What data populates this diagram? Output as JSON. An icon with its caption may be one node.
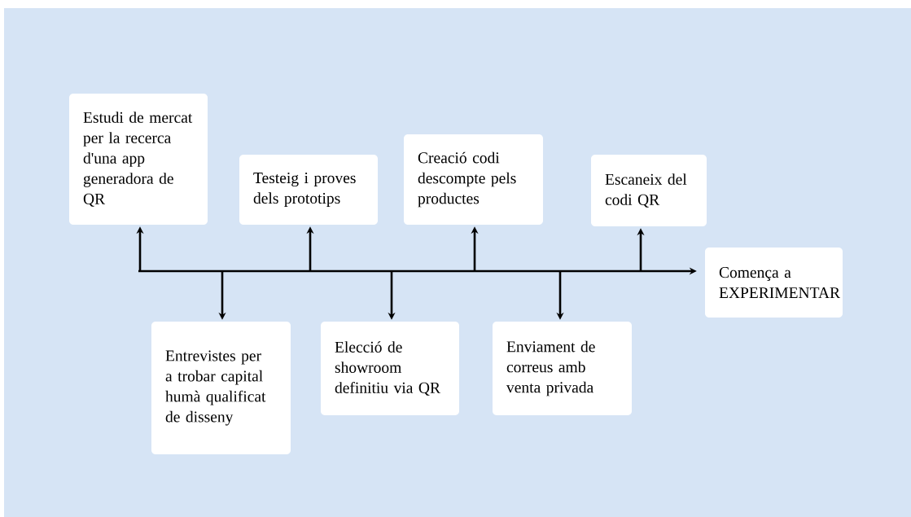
{
  "diagram": {
    "nodes": [
      {
        "text": [
          "Estudi de mercat per la recerca d'una app generadora de QR"
        ]
      },
      {
        "text": [
          "Entrevistes per a trobar capital humà qualificat de disseny"
        ]
      },
      {
        "text": [
          "Testeig i proves dels prototips"
        ]
      },
      {
        "text": [
          "Elecció de showroom definitiu via QR"
        ]
      },
      {
        "text": [
          "Creació codi descompte pels productes"
        ]
      },
      {
        "text": [
          "Enviament de correus amb venta privada"
        ]
      },
      {
        "text": [
          "Escaneix del codi QR"
        ]
      },
      {
        "text": [
          "Comença a EXPERIMENTAR"
        ]
      }
    ],
    "edges": [
      {
        "from": null,
        "to": 7,
        "arrow": "to"
      },
      {
        "from": null,
        "to": 0,
        "arrow": "to"
      },
      {
        "from": null,
        "to": 1,
        "arrow": "to"
      },
      {
        "from": null,
        "to": 2,
        "arrow": "to"
      },
      {
        "from": null,
        "to": 3,
        "arrow": "to"
      },
      {
        "from": null,
        "to": 4,
        "arrow": "to"
      },
      {
        "from": null,
        "to": 5,
        "arrow": "to"
      },
      {
        "from": null,
        "to": 6,
        "arrow": "to"
      }
    ]
  }
}
